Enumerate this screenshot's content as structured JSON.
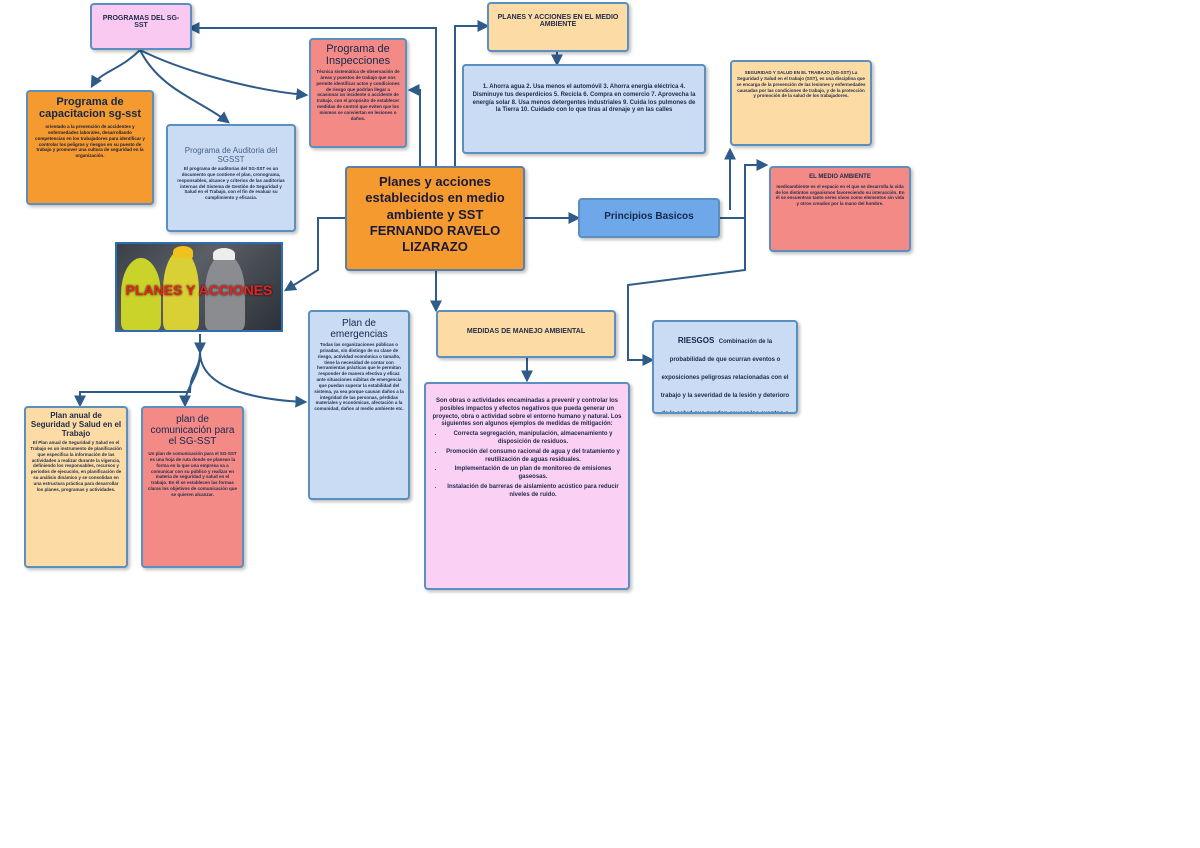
{
  "nodes": {
    "programas_sgsst": {
      "title": "PROGRAMAS DEL SG-SST"
    },
    "capacitacion": {
      "title": "Programa de capacitacion sg-sst",
      "text": "orientado a la prevención de accidentes y enfermedades laborales, desarrollando competencias en los trabajadores para identificar y controlar los peligros y riesgos en su puesto de trabajo y promover una cultura de seguridad en la organización."
    },
    "inspecciones": {
      "title": "Programa de Inspecciones",
      "text": "Técnica sistemática de observación de áreas y puestos de trabajo que nos permite identificar actos y condiciones de riesgo que podrían llegar a ocasionar un incidente o accidente de trabajo, con el propósito de establecer medidas de control que eviten que los mismos se conviertan en lesiones o daños."
    },
    "auditoria": {
      "title": "Programa de Auditoria del SGSST",
      "text": "El programa de auditorías del SG-SST es un documento que contiene el plan, cronograma, responsables, alcance y criterios de las auditorías internas del Sistema de Gestión de Seguridad y Salud en el Trabajo, con el fin de evaluar su cumplimiento y eficacia."
    },
    "central": {
      "title": "Planes y acciones establecidos en medio ambiente y SST",
      "author": "FERNANDO RAVELO LIZARAZO"
    },
    "photo": {
      "label": "PLANES Y ACCIONES"
    },
    "plan_anual": {
      "title": "Plan anual de Seguridad y Salud en el Trabajo",
      "text": "El Plan anual de Seguridad y Salud en el Trabajo es un instrumento de planificación que especifica la información de las actividades a realizar durante la vigencia, definiendo los responsables, recursos y periodos de ejecución, en planificación de su análisis dinámico y se consolidan en una estructura práctica para desarrollar los planes, programas y actividades."
    },
    "comunicacion": {
      "title": "plan de comunicación para el SG-SST",
      "text": "Un plan de comunicación para el SG-SST es una hoja de ruta donde se planean la forma en la que una empresa va a comunicar con su público y realizar en materia de seguridad y salud en el trabajo. En él se establecen las formas claras los objetivos de comunicación que se quieren alcanzar."
    },
    "emergencias": {
      "title": "Plan de emergencias",
      "text": "Todas las organizaciones públicas o privadas, sin distingo de su clase de riesgo, actividad económica o tamaño, tiene la necesidad de contar con herramientas prácticas que le permitan responder de manera efectiva y eficaz ante situaciones súbitas de emergencia que puedan superar la estabilidad del sistema, ya sea porque causan daños a la integridad de las personas, pérdidas materiales y económicas, afectación a la comunidad, daños al medio ambiente etc."
    },
    "medio_ambiente_plans": {
      "title": "PLANES Y ACCIONES EN EL MEDIO AMBIENTE"
    },
    "acciones_list": {
      "text": "1. Ahorra agua 2. Usa menos el automóvil 3. Ahorra energía eléctrica 4. Disminuye tus desperdicios 5. Recicla 6. Compra en comercio 7. Aprovecha la energía solar 8. Usa menos detergentes industriales 9. Cuida los pulmones de la Tierra 10. Cuidado con lo que tiras al drenaje y en las calles"
    },
    "principios": {
      "title": "Principios Basicos"
    },
    "sst_def": {
      "text": "SEGURIDAD Y SALUD EN EL TRABAJO (SG-SST) La Seguridad y Salud en el trabajo (SST), es una disciplina que se encarga de la prevención de las lesiones y enfermedades causadas por las condiciones de trabajo, y de la protección y promoción de la salud de los trabajadores."
    },
    "medio_ambiente_def": {
      "title": "EL MEDIO AMBIENTE",
      "text": "medioambiente es el espacio en el que se desarrolla la vida de los distintos organismos favoreciendo su interacción. En él se encuentran tanto seres vivos como elementos sin vida y otros creados por la mano del hombre."
    },
    "medidas": {
      "title": "MEDIDAS DE MANEJO AMBIENTAL"
    },
    "medidas_text": {
      "intro": "Son obras o actividades encaminadas a prevenir y controlar los posibles impactos y efectos negativos que pueda generar un proyecto, obra o actividad sobre el entorno humano y natural.  Los siguientes son algunos ejemplos de medidas de mitigación:",
      "items": [
        "Correcta segregación, manipulación, almacenamiento y disposición de residuos.",
        "Promoción del consumo racional de agua y del tratamiento y reutilización de aguas residuales.",
        "Implementación de un plan de monitoreo de emisiones gaseosas.",
        "Instalación de barreras de aislamiento acústico para reducir niveles de ruido."
      ]
    },
    "riesgos": {
      "title": "RIESGOS",
      "text": "Combinación de la probabilidad de que ocurran eventos o exposiciones peligrosas relacionadas con el trabajo y la severidad de la lesión y deterioro de la salud que pueden causar los eventos o exposiciones."
    }
  },
  "colors": {
    "connector": "#2f5b8a",
    "central": "#f59a2e",
    "pink": "#f9c9f2",
    "blue": "#c9dcf3",
    "peach": "#fcdca4",
    "red": "#f48a86"
  }
}
